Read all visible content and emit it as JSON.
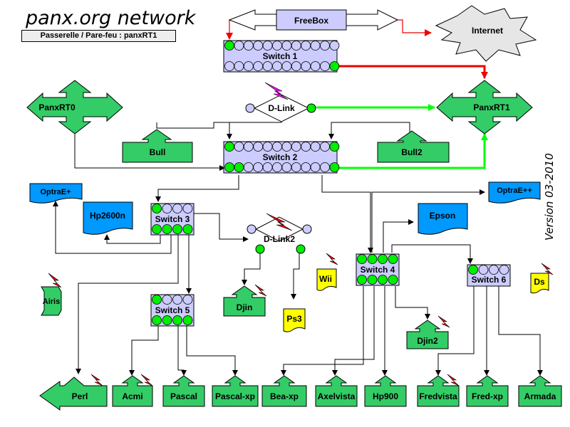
{
  "title": "panx.org network",
  "subtitle": "Passerelle / Pare-feu : panxRT1",
  "version": "Version 03-2010",
  "colors": {
    "green": "#33cc66",
    "blue": "#0099ff",
    "yellow": "#ffff00",
    "port_green": "#00ee00",
    "port_blue": "#ccccff",
    "red": "#ee0000",
    "bright_green": "#00ff00",
    "magenta": "#ff00ff"
  },
  "nodes": {
    "freebox": "FreeBox",
    "internet": "Internet",
    "switch1": "Switch 1",
    "switch2": "Switch 2",
    "switch3": "Switch 3",
    "switch4": "Switch 4",
    "switch5": "Switch 5",
    "switch6": "Switch 6",
    "dlink": "D-Link",
    "dlink2": "D-Link2",
    "panxrt0": "PanxRT0",
    "panxrt1": "PanxRT1",
    "bull": "Bull",
    "bull2": "Bull2",
    "optrae_plus": "OptraE+",
    "optrae_plusplus": "OptraE++",
    "hp2600n": "Hp2600n",
    "epson": "Epson",
    "airis": "Airis",
    "djin": "Djin",
    "djin2": "Djin2",
    "wii": "Wii",
    "ps3": "Ps3",
    "ds": "Ds",
    "perl": "Perl",
    "acmi": "Acmi",
    "pascal": "Pascal",
    "pascal_xp": "Pascal-xp",
    "bea_xp": "Bea-xp",
    "axelvista": "Axelvista",
    "hp900": "Hp900",
    "fredvista": "Fredvista",
    "fred_xp": "Fred-xp",
    "armada": "Armada"
  }
}
